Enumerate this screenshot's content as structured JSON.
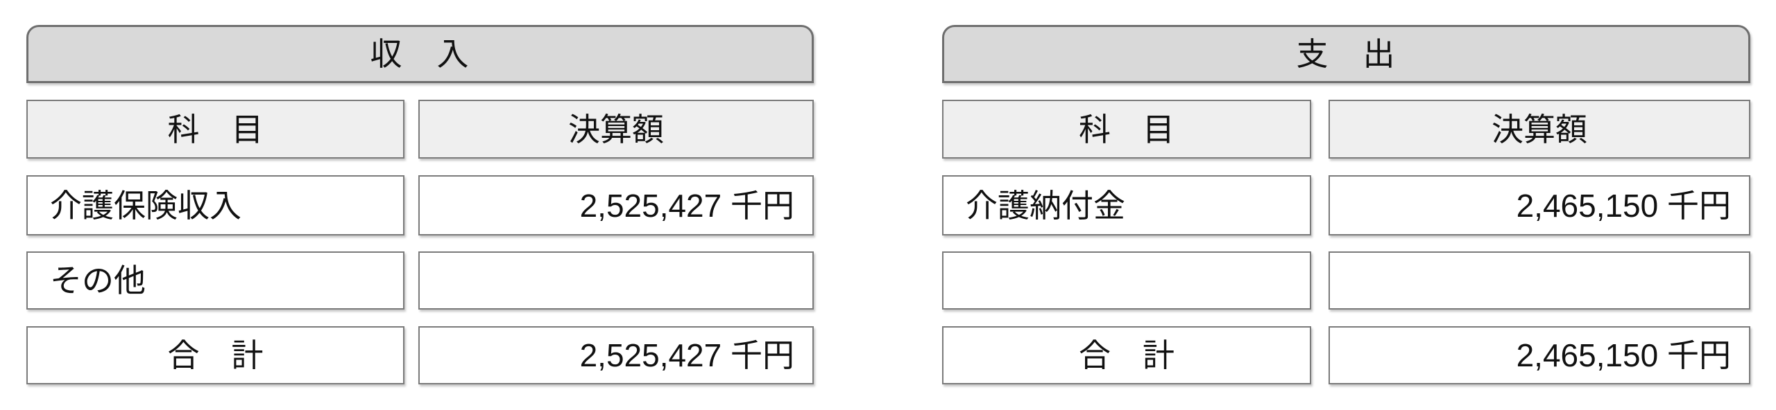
{
  "page": {
    "background_color": "#ffffff",
    "text_color": "#111111",
    "border_color": "#7a7a7a",
    "title_bar_fill": "#d9d9d9",
    "header_cell_fill": "#efefef",
    "data_cell_fill": "#ffffff"
  },
  "income_table": {
    "title": "収　入",
    "columns": {
      "item": "科　目",
      "amount": "決算額"
    },
    "rows": [
      {
        "item": "介護保険収入",
        "amount": "2,525,427 千円"
      },
      {
        "item": "その他",
        "amount": ""
      },
      {
        "item": "合　計",
        "amount": "2,525,427 千円"
      }
    ]
  },
  "expense_table": {
    "title": "支　出",
    "columns": {
      "item": "科　目",
      "amount": "決算額"
    },
    "rows": [
      {
        "item": "介護納付金",
        "amount": "2,465,150 千円"
      },
      {
        "item": "",
        "amount": ""
      },
      {
        "item": "合　計",
        "amount": "2,465,150 千円"
      }
    ]
  }
}
